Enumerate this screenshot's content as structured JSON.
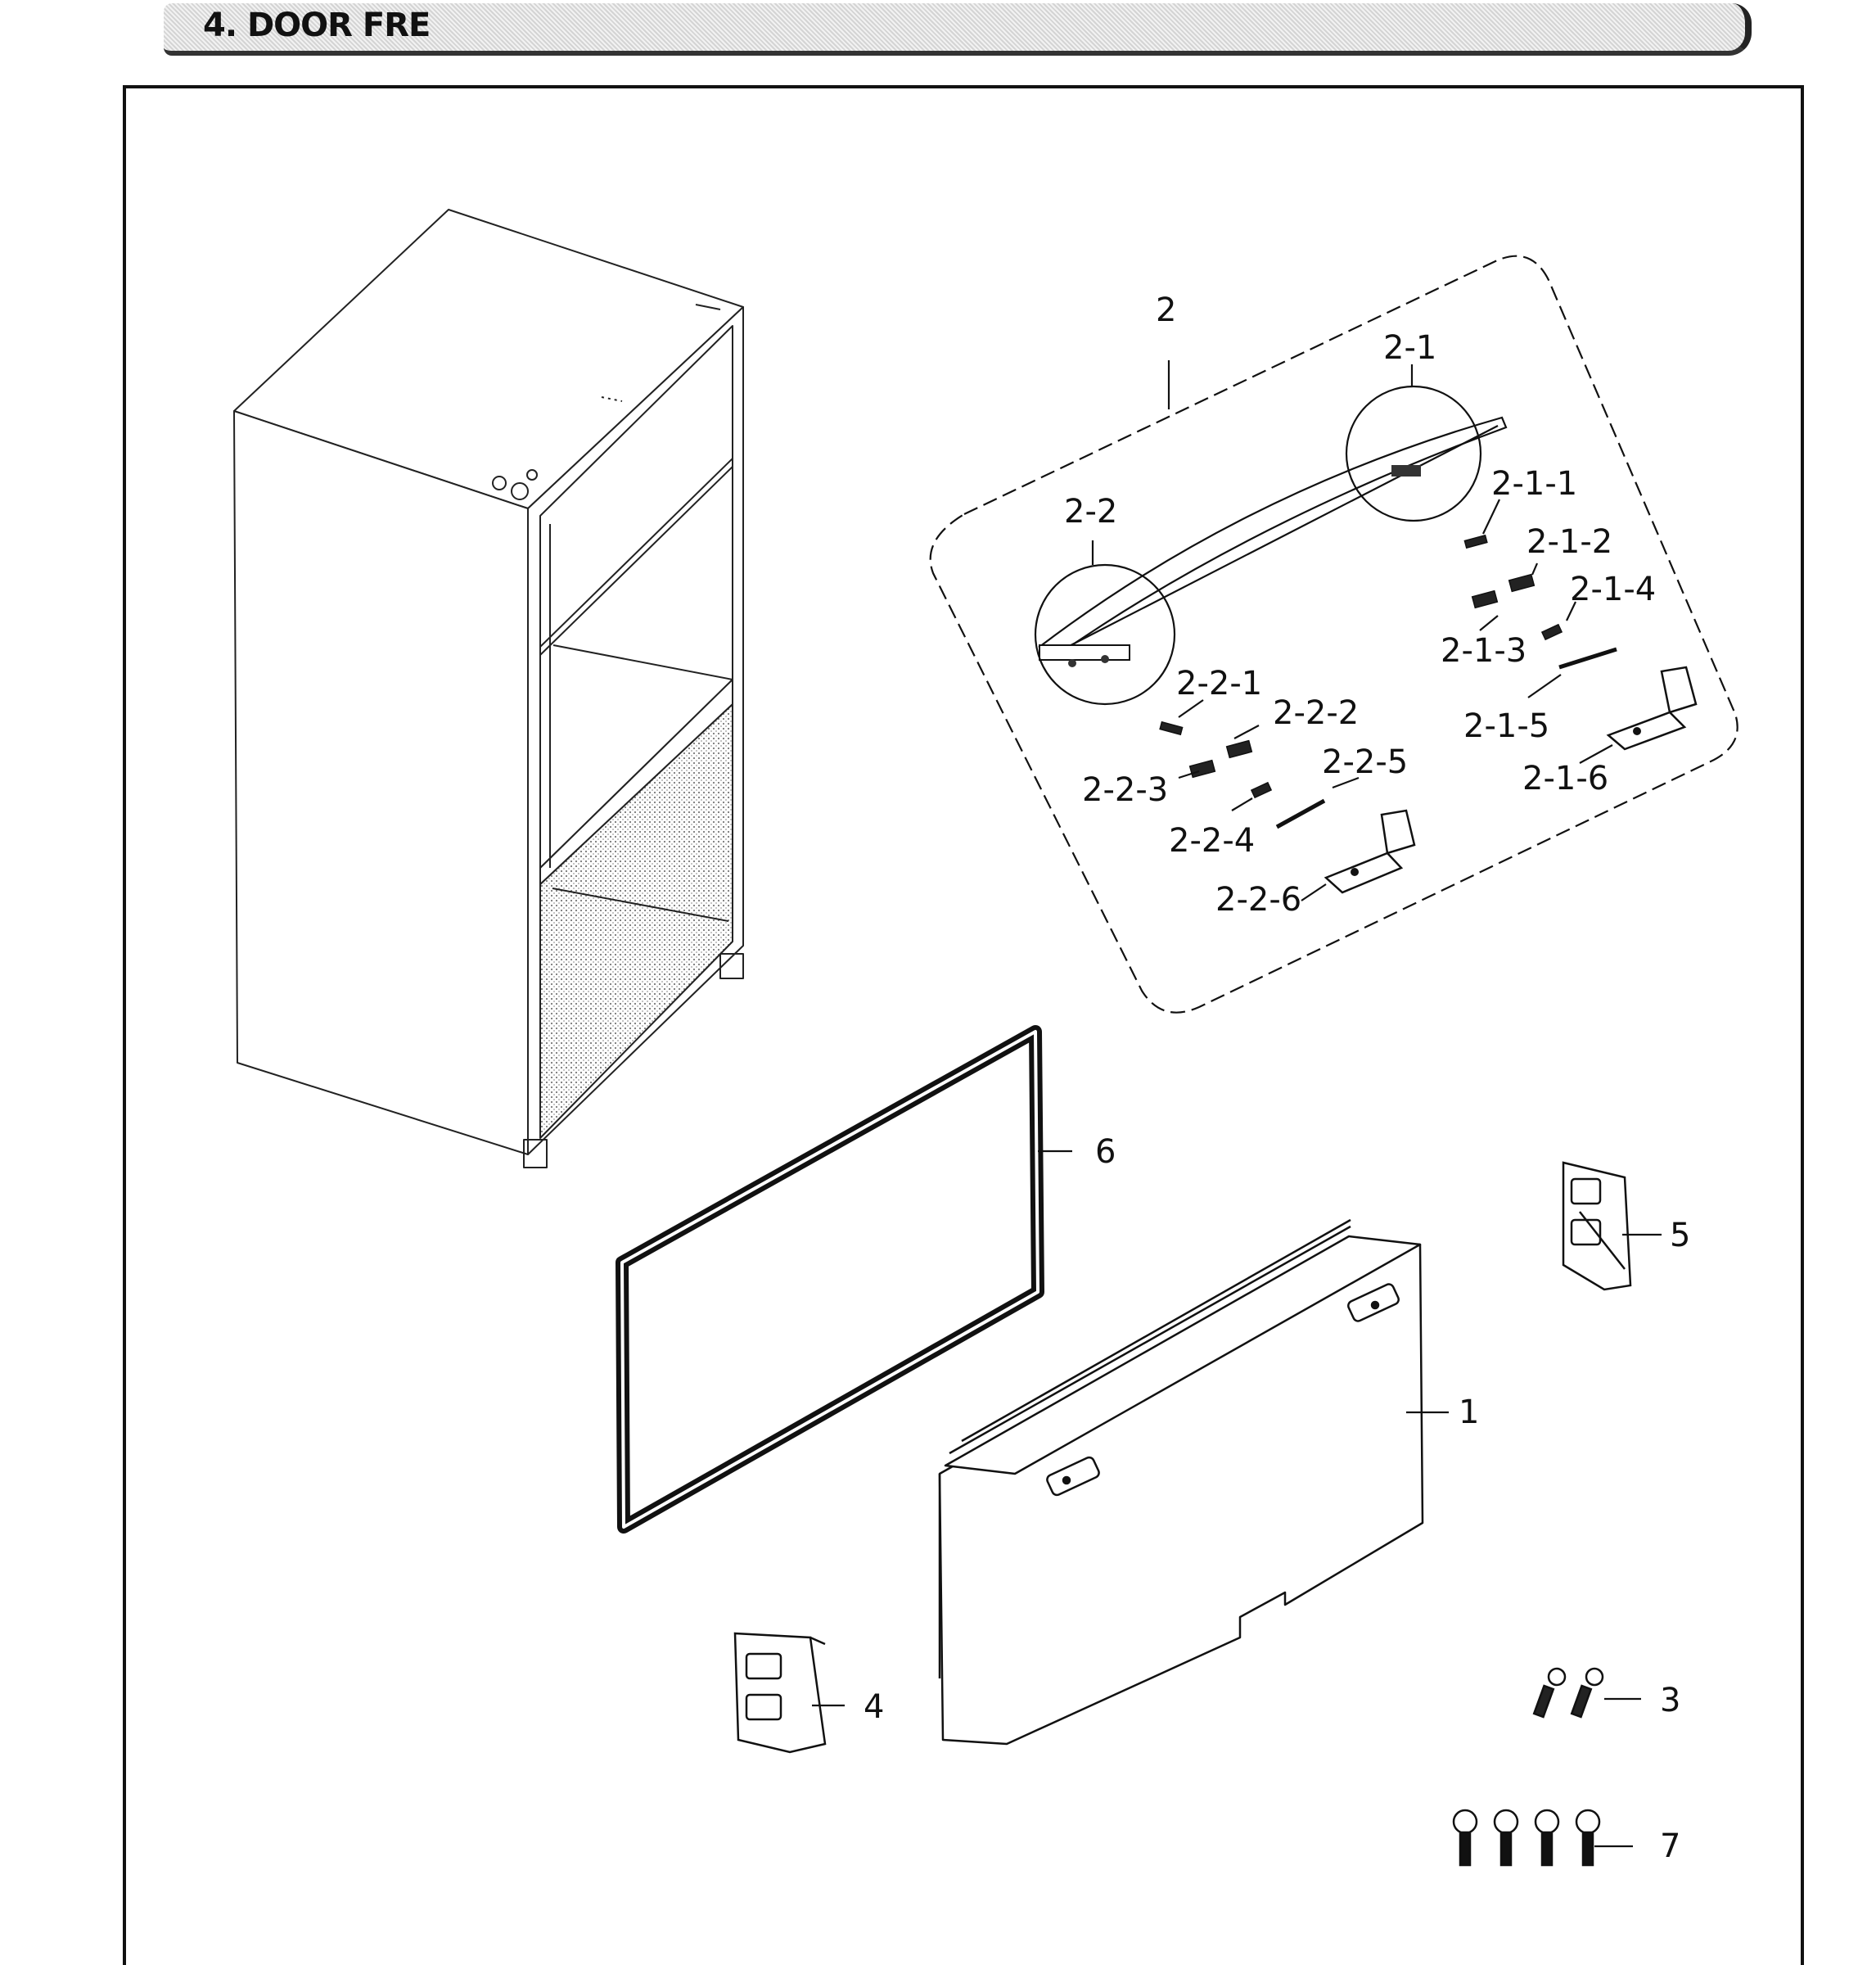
{
  "header": {
    "title": "4. DOOR FRE"
  },
  "parts": [
    {
      "id": "p1",
      "label": "1"
    },
    {
      "id": "p2",
      "label": "2"
    },
    {
      "id": "p2-1",
      "label": "2-1"
    },
    {
      "id": "p2-1-1",
      "label": "2-1-1"
    },
    {
      "id": "p2-1-2",
      "label": "2-1-2"
    },
    {
      "id": "p2-1-3",
      "label": "2-1-3"
    },
    {
      "id": "p2-1-4",
      "label": "2-1-4"
    },
    {
      "id": "p2-1-5",
      "label": "2-1-5"
    },
    {
      "id": "p2-1-6",
      "label": "2-1-6"
    },
    {
      "id": "p2-2",
      "label": "2-2"
    },
    {
      "id": "p2-2-1",
      "label": "2-2-1"
    },
    {
      "id": "p2-2-2",
      "label": "2-2-2"
    },
    {
      "id": "p2-2-3",
      "label": "2-2-3"
    },
    {
      "id": "p2-2-4",
      "label": "2-2-4"
    },
    {
      "id": "p2-2-5",
      "label": "2-2-5"
    },
    {
      "id": "p2-2-6",
      "label": "2-2-6"
    },
    {
      "id": "p3",
      "label": "3"
    },
    {
      "id": "p4",
      "label": "4"
    },
    {
      "id": "p5",
      "label": "5"
    },
    {
      "id": "p6",
      "label": "6"
    },
    {
      "id": "p7",
      "label": "7"
    }
  ]
}
